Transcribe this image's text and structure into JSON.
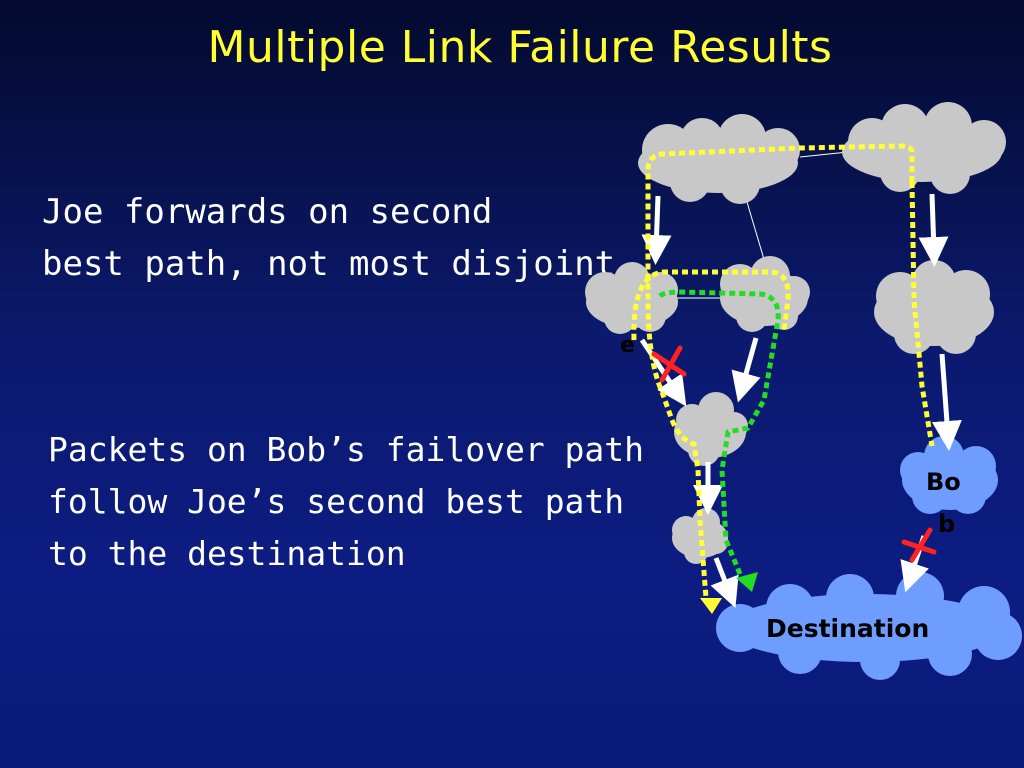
{
  "slide": {
    "title": "Multiple Link Failure Results",
    "text1": [
      "Joe forwards on second",
      "best path, not most disjoint"
    ],
    "text2": [
      "Packets on Bob’s failover path",
      "follow Joe’s second best path",
      "to the destination"
    ]
  },
  "diagram": {
    "joe_label_fragment": "e",
    "bob_label": [
      "Bo",
      "b"
    ],
    "destination_label": "Destination",
    "colors": {
      "cloud_gray": "#c8c8c8",
      "cloud_blue": "#6f9cff",
      "joe_path": "#ffff33",
      "bob_path": "#22dd22",
      "failure_mark": "#ff2222",
      "link": "#ffffff"
    }
  }
}
